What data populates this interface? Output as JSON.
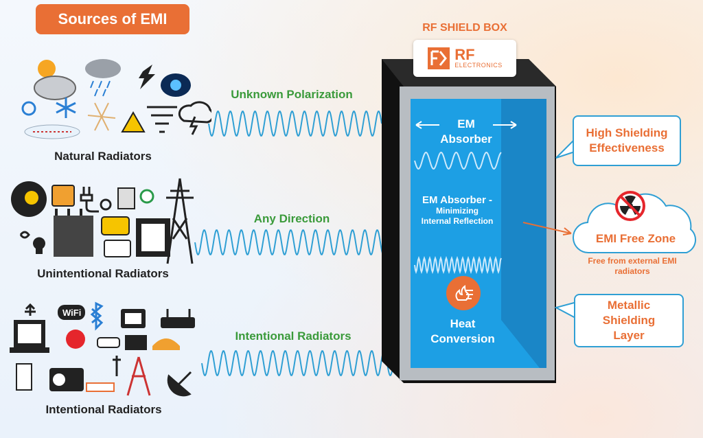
{
  "title": "Sources of EMI",
  "groups": [
    {
      "label": "Natural Radiators",
      "icons": [
        "sun-cloud-icon",
        "storm-cloud-icon",
        "lightning-icon",
        "space-icon",
        "sun-snow-icon",
        "snowflake-icon",
        "esd-spark-icon",
        "esd-warning-icon",
        "tornado-icon",
        "thunder-cloud-icon",
        "esd-field-icon"
      ]
    },
    {
      "label": "Unintentional Radiators",
      "icons": [
        "welder-icon",
        "generator-icon",
        "plug-icon",
        "breaker-icon",
        "meter-icon",
        "transformer-icon",
        "motor-icon",
        "xray-icon",
        "tower-icon",
        "cfl-bulb-icon",
        "bulb-icon",
        "microwave-icon"
      ]
    },
    {
      "label": "Intentional Radiators",
      "icons": [
        "laptop-icon",
        "usb-icon",
        "wifi-icon",
        "bluetooth-icon",
        "tv-icon",
        "router-icon",
        "zigbee-icon",
        "car-icon",
        "printer-icon",
        "phone-icon",
        "pc-icon",
        "radio-icon",
        "antenna-icon",
        "cell-tower-icon",
        "satellite-dish-icon",
        "modem-icon"
      ]
    }
  ],
  "waves": {
    "top": "Unknown Polarization",
    "middle": "Any Direction",
    "bottom": "Intentional Radiators"
  },
  "box": {
    "title": "RF SHIELD BOX",
    "logo_main": "RF",
    "logo_sub": "ELECTRONICS",
    "em_absorber": "EM\nAbsorber",
    "em_absorber_2": "EM Absorber -",
    "minimizing": "Minimizing\nInternal Reflection",
    "heat": "Heat\nConversion"
  },
  "callouts": {
    "high_shielding": "High Shielding\nEffectiveness",
    "emi_free_zone": "EMI Free Zone",
    "emi_free_sub": "Free from external EMI\nradiators",
    "metallic": "Metallic\nShielding\nLayer"
  },
  "colors": {
    "accent": "#e96f35",
    "green": "#3a9a3a",
    "wave": "#2f9fd4",
    "absorber": "#1d9fe4",
    "callout_border": "#2f9fd4"
  }
}
